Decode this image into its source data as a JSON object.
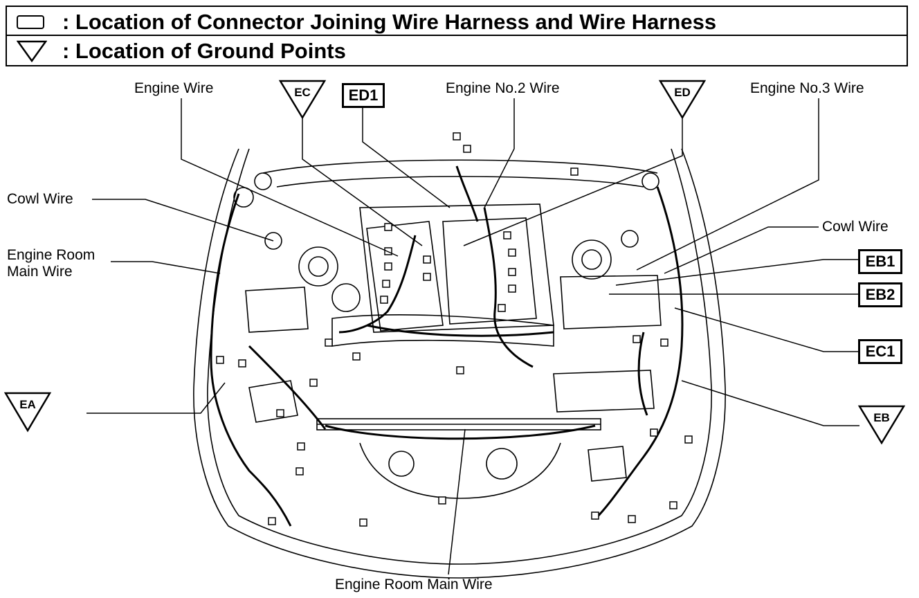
{
  "legend": {
    "connector_text": ": Location of Connector Joining Wire Harness and Wire Harness",
    "ground_text": ": Location of Ground Points"
  },
  "labels": {
    "engine_wire": "Engine Wire",
    "engine_no2_wire": "Engine No.2 Wire",
    "engine_no3_wire": "Engine No.3 Wire",
    "cowl_wire_left": "Cowl Wire",
    "cowl_wire_right": "Cowl Wire",
    "engine_room_main_wire_left_1": "Engine Room",
    "engine_room_main_wire_left_2": "Main Wire",
    "engine_room_main_wire_bottom": "Engine Room Main Wire"
  },
  "connectors": {
    "ed1": "ED1",
    "eb1": "EB1",
    "eb2": "EB2",
    "ec1": "EC1"
  },
  "grounds": {
    "ec": "EC",
    "ed": "ED",
    "ea": "EA",
    "eb": "EB"
  }
}
